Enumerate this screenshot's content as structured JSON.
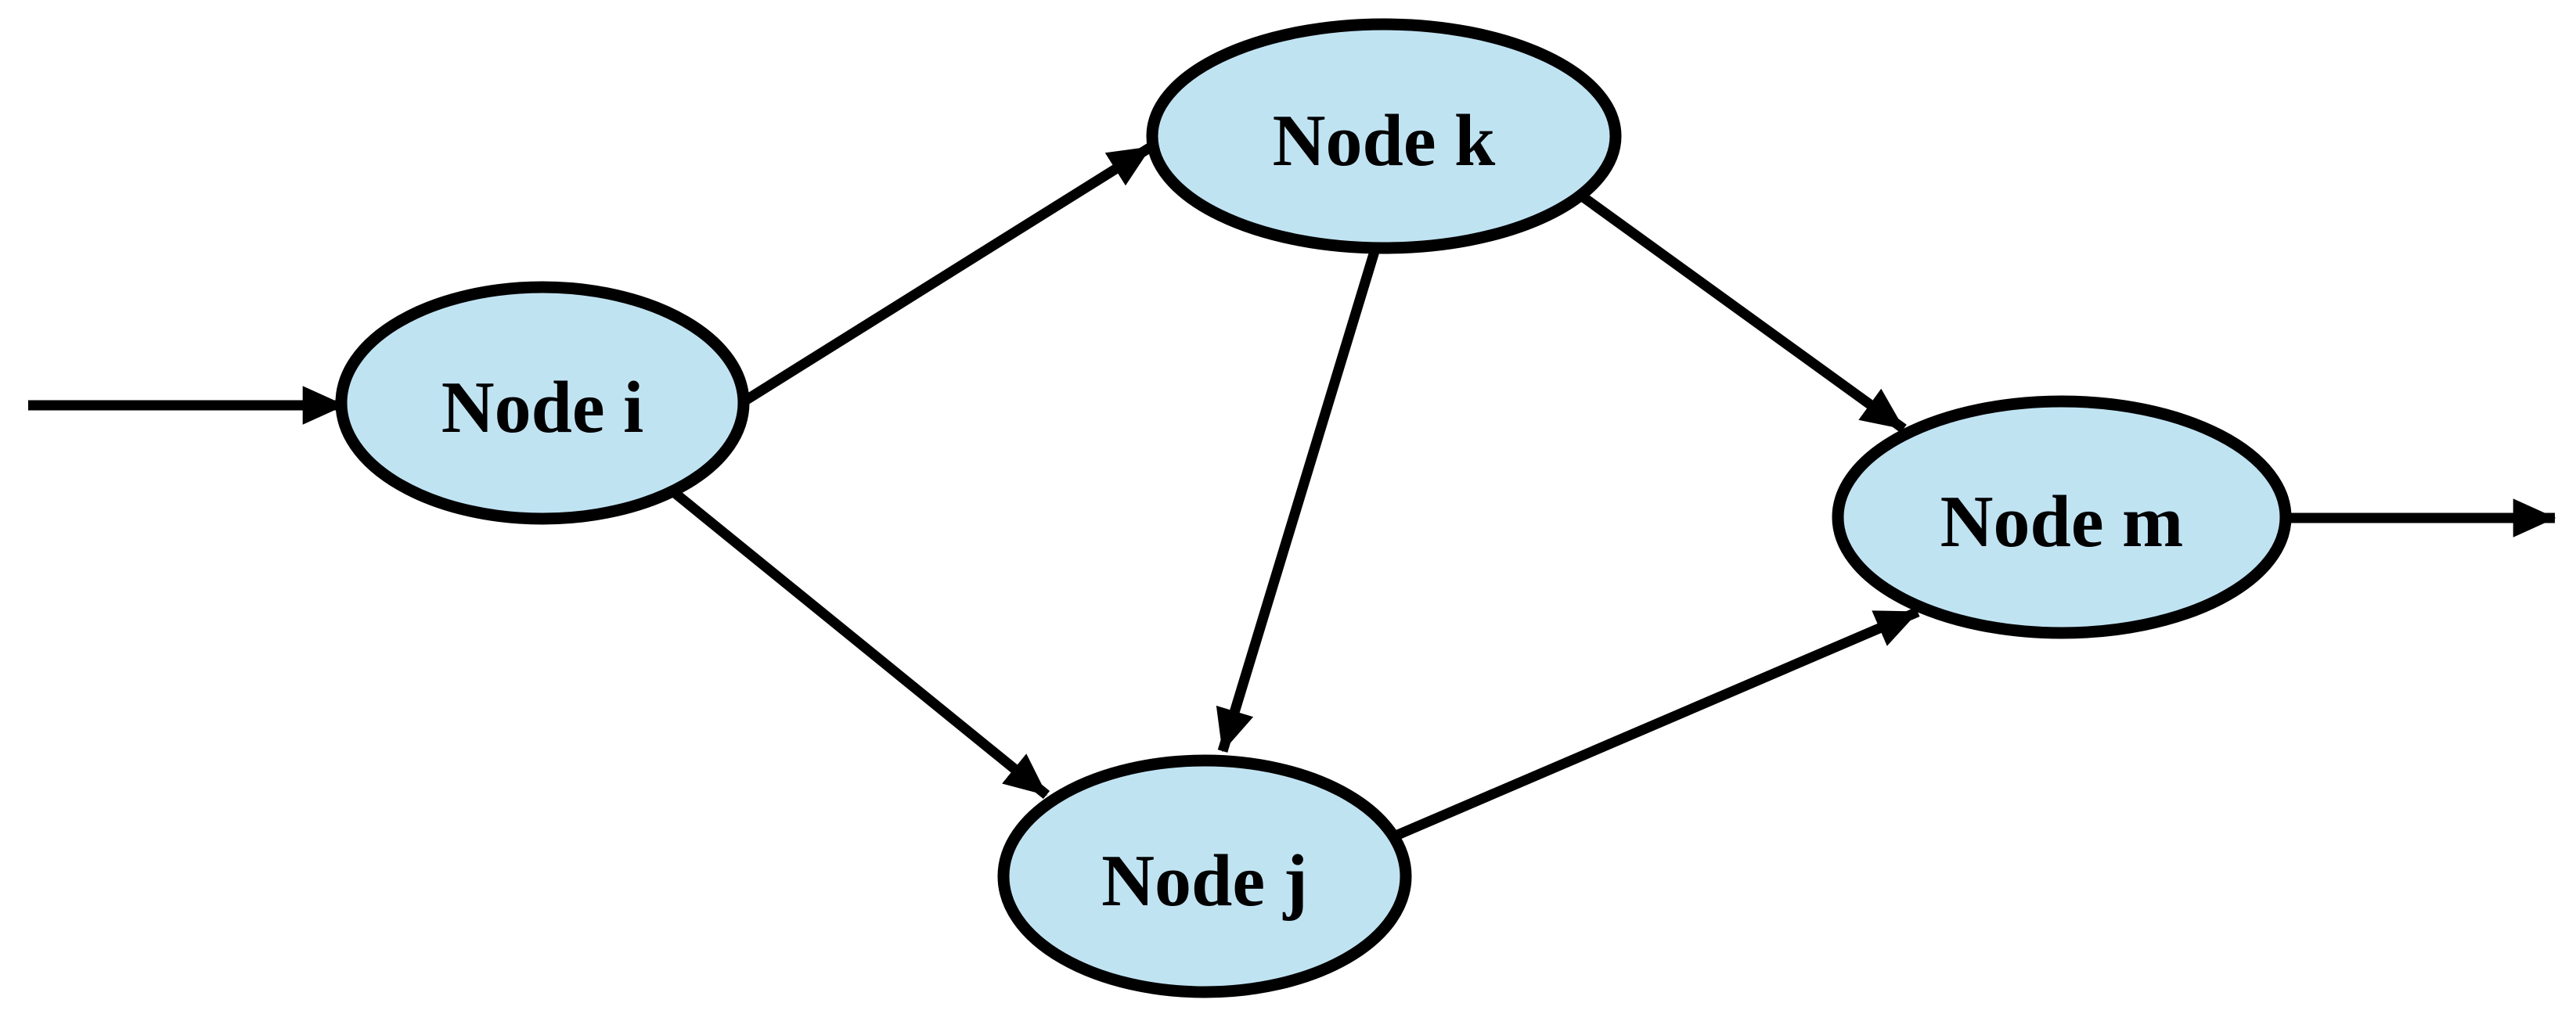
{
  "diagram": {
    "background_color": "#FFFFFF",
    "node_fill_color": "#C0E3F2",
    "node_border_color": "#000000",
    "edge_color": "#000000",
    "nodes": [
      {
        "id": "i",
        "label": "Node i"
      },
      {
        "id": "k",
        "label": "Node k"
      },
      {
        "id": "j",
        "label": "Node j"
      },
      {
        "id": "m",
        "label": "Node m"
      }
    ],
    "edges": [
      {
        "from": "external-input",
        "to": "i"
      },
      {
        "from": "i",
        "to": "k"
      },
      {
        "from": "i",
        "to": "j"
      },
      {
        "from": "k",
        "to": "j"
      },
      {
        "from": "k",
        "to": "m"
      },
      {
        "from": "j",
        "to": "m"
      },
      {
        "from": "m",
        "to": "external-output"
      }
    ]
  }
}
